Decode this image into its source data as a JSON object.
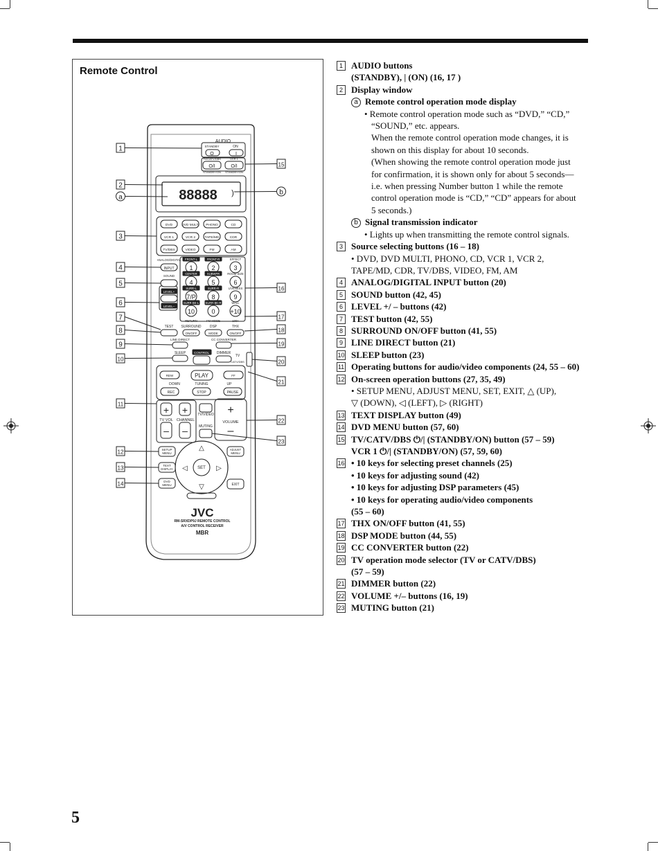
{
  "panel_title": "Remote Control",
  "page_number": "5",
  "callouts_left": [
    "1",
    "2",
    "a",
    "3",
    "4",
    "5",
    "6",
    "7",
    "8",
    "9",
    "10",
    "11",
    "12",
    "13",
    "14"
  ],
  "callouts_right": [
    "b",
    "15",
    "16",
    "17",
    "18",
    "19",
    "20",
    "21",
    "22",
    "23"
  ],
  "remote": {
    "brand": "JVC",
    "model": "RM-SRXDP9J  REMOTE CONTROL",
    "model_sub": "A/V  CONTROL  RECEIVER",
    "logo": "MBR",
    "audio": "AUDIO",
    "standby": "STANDBY",
    "on": "ON",
    "tvcatv": "TV/CATV/DBS",
    "vcr1": "VCR 1",
    "standby_on": "STANDBY/ON",
    "display_chars": "88888",
    "sources": [
      "DVD",
      "DVD MULTI",
      "PHONO",
      "CD",
      "VCR 1",
      "VCR 2",
      "TAPE/MD",
      "CDR",
      "TV/DBS",
      "VIDEO",
      "FM",
      "AM"
    ],
    "analog_digital": "ANALOG/DIGITAL",
    "input": "INPUT",
    "sound": "SOUND",
    "level_plus": "LEVEL+",
    "level_minus": "LEVEL–",
    "tags_row1": [
      "FRONT-L",
      "FRONT-R",
      "EFFECT"
    ],
    "tags_row2": [
      "CENTER",
      "SUBWFR",
      "ROOM SIZE"
    ],
    "tags_row3": [
      "SURR-L",
      "SURR-R",
      "LIVENESS"
    ],
    "tags_row4": [
      "SURR BK-L",
      "SURR BK-R",
      "WALL"
    ],
    "numkeys": [
      "1",
      "2",
      "3",
      "4",
      "5",
      "6",
      "7/P",
      "8",
      "9",
      "10",
      "0",
      "+10"
    ],
    "return": "RETURN",
    "fm_mode": "FM MODE",
    "plus100": "100+",
    "test": "TEST",
    "surround": "SURROUND",
    "dsp": "DSP",
    "thx": "THX",
    "onoff": "ON/OFF",
    "mode": "MODE",
    "line_direct": "LINE DIRECT",
    "cc_converter": "CC CONVERTER",
    "sleep": "SLEEP",
    "control": "CONTROL",
    "dimmer": "DIMMER",
    "tv": "TV",
    "catv_dbs": "CATV/DBS",
    "rew": "REW",
    "play": "PLAY",
    "ff": "FF",
    "down": "DOWN",
    "tuning": "TUNING",
    "up": "UP",
    "rec": "REC",
    "stop": "STOP",
    "pause": "PAUSE",
    "tv_vol": "TV VOL",
    "channel": "CHANNEL",
    "tv_video": "TV/VIDEO",
    "volume": "VOLUME",
    "muting": "MUTING",
    "setup_menu": "SETUP MENU",
    "text_display": "TEXT DISPLAY",
    "dvd_menu": "DVD MENU",
    "adjust_menu": "ADJUST MENU",
    "set": "SET",
    "exit": "EXIT"
  },
  "items": [
    {
      "num": "1",
      "title": "AUDIO buttons"
    },
    {
      "title2": "(STANDBY),  | (ON) (16, 17 )"
    },
    {
      "num": "2",
      "title": "Display window"
    },
    {
      "circ": "a",
      "title": "Remote control operation mode display"
    },
    {
      "bullet": "Remote control operation mode such as “DVD,” “CD,”"
    },
    {
      "text": "“SOUND,” etc. appears."
    },
    {
      "text": "When the remote control operation mode changes, it is"
    },
    {
      "text": "shown on this display for about 10 seconds."
    },
    {
      "text": "(When showing the remote control operation mode just"
    },
    {
      "text": "for confirmation, it is shown only for about 5 seconds—"
    },
    {
      "text": "i.e. when pressing Number button 1 while the remote"
    },
    {
      "text": "control operation mode is “CD,” “CD” appears for about"
    },
    {
      "text": "5 seconds.)"
    },
    {
      "circ": "b",
      "title": "Signal transmission indicator"
    },
    {
      "bullet": "Lights up when transmitting the remote control signals."
    },
    {
      "num": "3",
      "title": "Source selecting buttons (16 – 18)"
    },
    {
      "plain": "• DVD, DVD MULTI, PHONO, CD, VCR 1, VCR 2,"
    },
    {
      "plain": "   TAPE/MD, CDR, TV/DBS, VIDEO, FM, AM"
    },
    {
      "num": "4",
      "title": "ANALOG/DIGITAL INPUT button (20)"
    },
    {
      "num": "5",
      "title": "SOUND button (42, 45)"
    },
    {
      "num": "6",
      "title": "LEVEL +/ – buttons (42)"
    },
    {
      "num": "7",
      "title": "TEST button (42, 55)"
    },
    {
      "num": "8",
      "title": "SURROUND ON/OFF button (41, 55)"
    },
    {
      "num": "9",
      "title": "LINE DIRECT button (21)"
    },
    {
      "num": "10",
      "title": "SLEEP button (23)"
    },
    {
      "num": "11",
      "title": "Operating buttons for audio/video components (24, 55 – 60)"
    },
    {
      "num": "12",
      "title": "On-screen operation buttons (27, 35, 49)"
    },
    {
      "plain": "• SETUP MENU, ADJUST MENU, SET, EXIT, △ (UP),"
    },
    {
      "plain": "   ▽ (DOWN), ◁ (LEFT), ▷ (RIGHT)"
    },
    {
      "num": "13",
      "title": "TEXT DISPLAY button (49)"
    },
    {
      "num": "14",
      "title": "DVD MENU button (57, 60)"
    },
    {
      "num": "15",
      "title": "TV/CATV/DBS ⏻/| (STANDBY/ON) button (57 – 59)"
    },
    {
      "title2": "VCR 1 ⏻/| (STANDBY/ON) (57, 59, 60)"
    },
    {
      "num": "16",
      "title": "• 10 keys for selecting preset channels (25)"
    },
    {
      "title2": "• 10 keys for adjusting sound (42)"
    },
    {
      "title2": "• 10 keys for adjusting DSP parameters (45)"
    },
    {
      "title2": "• 10 keys for operating audio/video components"
    },
    {
      "title2": "   (55 – 60)"
    },
    {
      "num": "17",
      "title": "THX ON/OFF button (41, 55)"
    },
    {
      "num": "18",
      "title": "DSP MODE button (44, 55)"
    },
    {
      "num": "19",
      "title": "CC CONVERTER button (22)"
    },
    {
      "num": "20",
      "title": "TV operation mode selector (TV or CATV/DBS)"
    },
    {
      "title2": "(57 – 59)"
    },
    {
      "num": "21",
      "title": "DIMMER button (22)"
    },
    {
      "num": "22",
      "title": "VOLUME +/– buttons (16, 19)"
    },
    {
      "num": "23",
      "title": "MUTING button (21)"
    }
  ]
}
